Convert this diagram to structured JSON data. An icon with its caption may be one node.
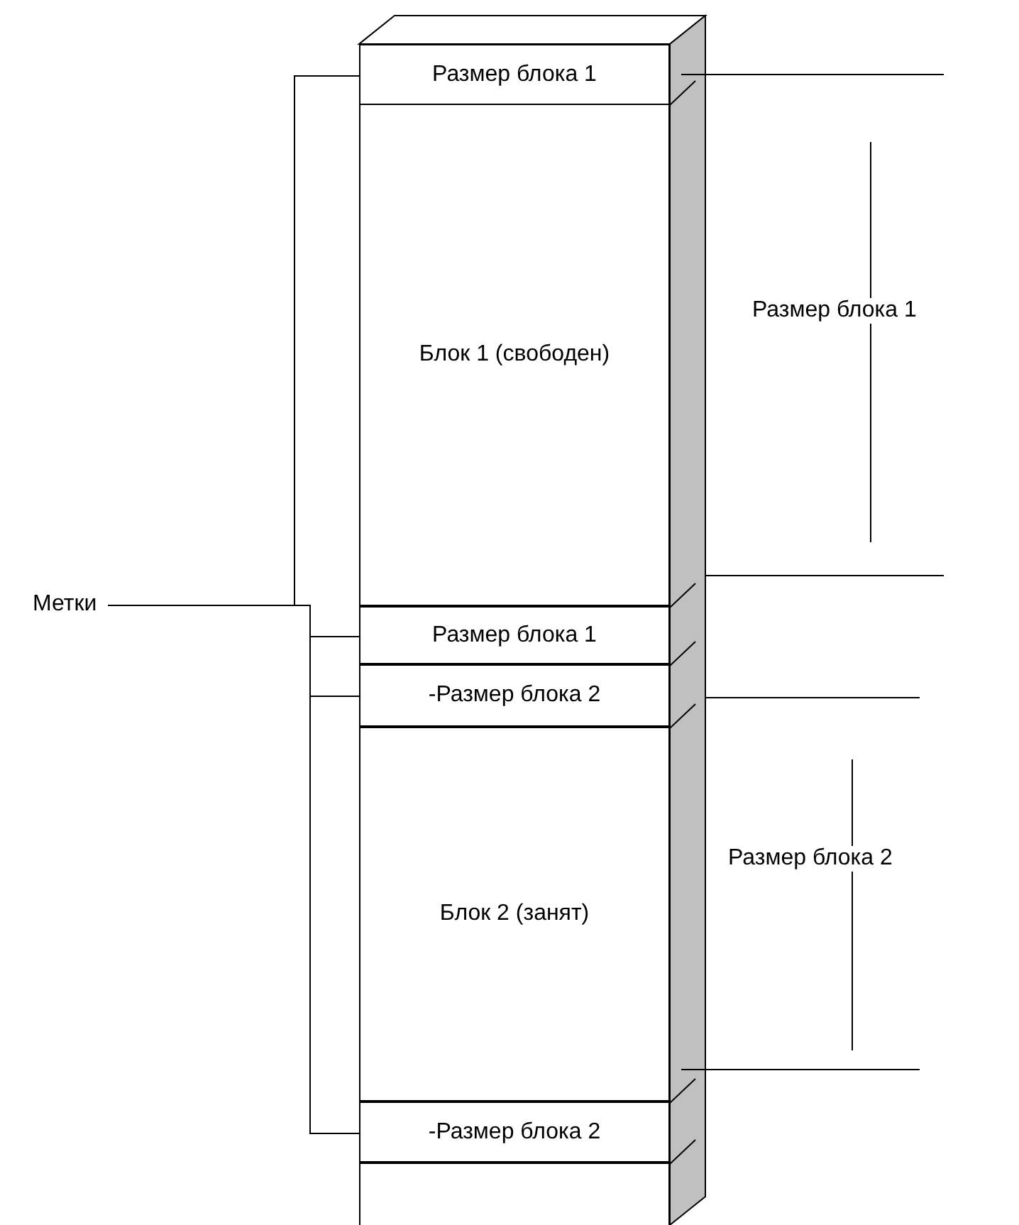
{
  "diagram": {
    "nodes": [
      {
        "text": [
          "Размер блока 1"
        ]
      },
      {
        "text": [
          "Блок 1 (свободен)"
        ]
      },
      {
        "text": [
          "Размер блока 1"
        ]
      },
      {
        "text": [
          "-Размер блока 2"
        ]
      },
      {
        "text": [
          "Блок 2 (занят)"
        ]
      },
      {
        "text": [
          "-Размер блока 2"
        ]
      },
      {
        "text": [],
        "shape": "box"
      },
      {
        "text": [
          "Метки"
        ]
      }
    ],
    "edges": [
      {
        "from": 7,
        "to": 0,
        "arrow": "none"
      },
      {
        "from": 7,
        "to": 2,
        "arrow": "none"
      },
      {
        "from": 7,
        "to": 3,
        "arrow": "none"
      },
      {
        "from": 7,
        "to": 5,
        "arrow": "none"
      }
    ],
    "labels": [
      "Размер блока 1",
      "Размер блока 2"
    ]
  }
}
